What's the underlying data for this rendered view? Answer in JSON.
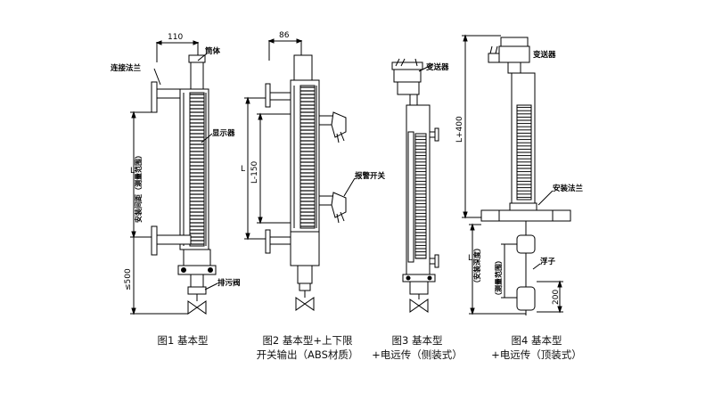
{
  "labels": {
    "flange": "连接法兰",
    "tube": "筒体",
    "indicator": "显示器",
    "drain": "排污阀",
    "alarm": "报警开关",
    "transmitter1": "变送器",
    "transmitter2": "变送器",
    "mount_flange": "安装法兰",
    "float": "浮子"
  },
  "dims": {
    "d110": "110",
    "d86": "86",
    "L": "L",
    "spacing": "安装间距（测量范围）",
    "le500": "≤500",
    "l150": "L-150",
    "l2": "L",
    "l400": "L+400",
    "l3": "L",
    "depth": "（安装深度）",
    "range": "（测量范围）",
    "d200": "200"
  },
  "captions": {
    "fig1": "图1  基本型",
    "fig2_line1": "图2  基本型+上下限",
    "fig2_line2": "开关输出（ABS材质）",
    "fig3_line1": "图3  基本型",
    "fig3_line2": "+电远传（侧装式）",
    "fig4_line1": "图4  基本型",
    "fig4_line2": "+电远传（顶装式）"
  }
}
